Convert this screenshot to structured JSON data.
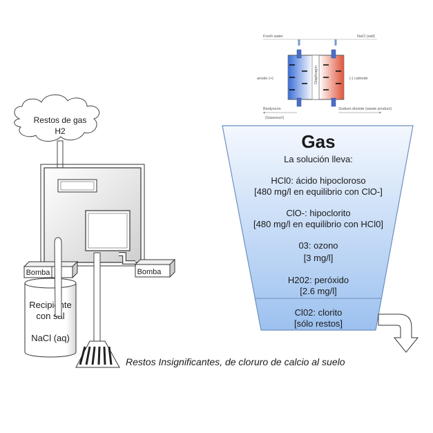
{
  "cell": {
    "fresh_water": "Fresh water",
    "nacl_salt": "NaCl (salt)",
    "anode": "anode (+)",
    "cathode": "(-) cathode",
    "diaphragm": "Diaphragm",
    "biodyozon": "Biodyozon",
    "gaseous": "(Gaseous!)",
    "waste": "Sodium dioxide (waste product)",
    "anode_color": "#3a6fd8",
    "cathode_color": "#e0553a"
  },
  "cloud": {
    "line1": "Restos de gas",
    "line2": "H2"
  },
  "pumps": {
    "left": "Bomba",
    "right": "Bomba"
  },
  "tank": {
    "line1": "Recipiente",
    "line2": "con sal",
    "line3": "NaCl (aq)"
  },
  "drain_caption": "Restos Insignificantes,  de cloruro de calcio al suelo",
  "funnel": {
    "title": "Gas",
    "subtitle": "La solución lleva:",
    "items": [
      {
        "name": "HCl0: ácido hipocloroso",
        "detail": "[480 mg/l en equilibrio con ClO-]"
      },
      {
        "name": "ClO-: hipoclorito",
        "detail": "[480 mg/l en equilibrio con HCl0]"
      },
      {
        "name": "03: ozono",
        "detail": "[3 mg/l]"
      },
      {
        "name": "H202: peróxido",
        "detail": "[2.6 mg/l]"
      }
    ],
    "bottom": {
      "name": "Cl02: clorito",
      "detail": "[sólo restos]"
    },
    "fill_top": "#f4f8fe",
    "fill_bottom": "#9cc1ef",
    "border": "#6b8fbf"
  }
}
